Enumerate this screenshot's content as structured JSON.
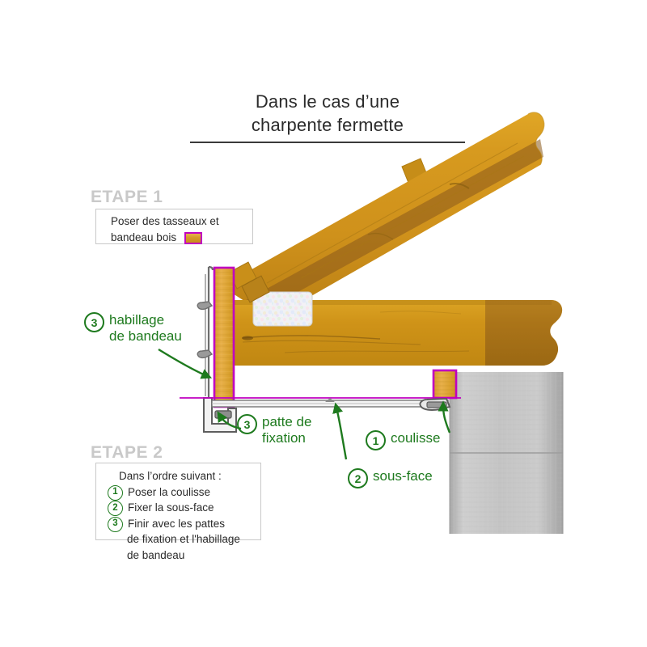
{
  "title": {
    "line1": "Dans le cas d’une",
    "line2": "charpente fermette"
  },
  "steps": [
    {
      "heading": "ETAPE 1",
      "lines": [
        "Poser des tasseaux et",
        "bandeau bois"
      ],
      "swatch_label": "wood-batten-swatch"
    },
    {
      "heading": "ETAPE 2",
      "lead": "Dans l’ordre suivant :",
      "items": [
        {
          "num": "1",
          "text": "Poser la coulisse"
        },
        {
          "num": "2",
          "text": "Fixer la sous-face"
        },
        {
          "num": "3",
          "text": "Finir avec les pattes",
          "cont": [
            "de fixation et l'habillage",
            "de bandeau"
          ]
        }
      ]
    }
  ],
  "callouts": [
    {
      "num": "3",
      "line1": "habillage",
      "line2": "de bandeau"
    },
    {
      "num": "3",
      "line1": "patte de",
      "line2": "fixation"
    },
    {
      "num": "1",
      "line1": "coulisse",
      "line2": ""
    },
    {
      "num": "2",
      "line1": "sous-face",
      "line2": ""
    }
  ],
  "colors": {
    "wood_light": "#d79a1f",
    "wood_mid": "#c99016",
    "wood_dark": "#8a5a1b",
    "magenta_outline": "#c000c0",
    "green_label": "#1e7a1e",
    "gray_wall": "#bcbcbc",
    "gray_metal": "#6e6e6e",
    "step_heading": "#c9c9c9",
    "title_text": "#2b2b2b"
  }
}
